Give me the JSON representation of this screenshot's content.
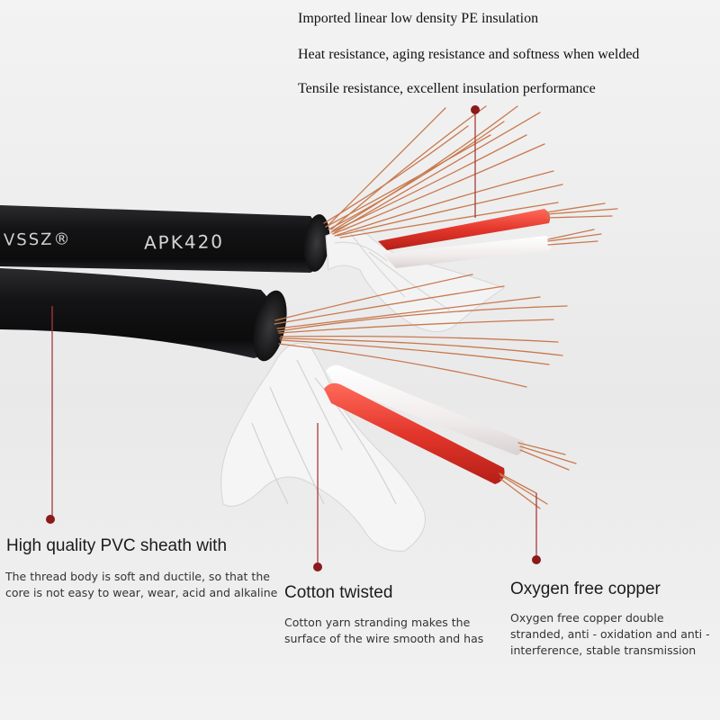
{
  "colors": {
    "callout_dot": "#8b1a1a",
    "callout_line": "#a83a3a",
    "sheath": "#1c1c1e",
    "copper": "#c97a4e",
    "red_insulation": "#e3362b",
    "cotton": "#f4f4f4"
  },
  "cable_print": {
    "brand": "VSSZ®",
    "model": "APK420"
  },
  "top_features": [
    "Imported linear low density PE insulation",
    "Heat resistance, aging resistance and softness when welded",
    "Tensile resistance, excellent insulation performance"
  ],
  "callouts": {
    "sheath": {
      "title": "High quality PVC sheath with",
      "desc": [
        "The thread body is soft and ductile, so that the",
        "core is not easy to wear, wear, acid and alkaline"
      ]
    },
    "cotton": {
      "title": "Cotton twisted",
      "desc": [
        "Cotton yarn stranding makes the",
        "surface of the wire smooth and has"
      ]
    },
    "copper": {
      "title": "Oxygen free copper",
      "desc": [
        "Oxygen free copper double",
        "stranded, anti - oxidation and anti -",
        "interference, stable transmission"
      ]
    }
  }
}
